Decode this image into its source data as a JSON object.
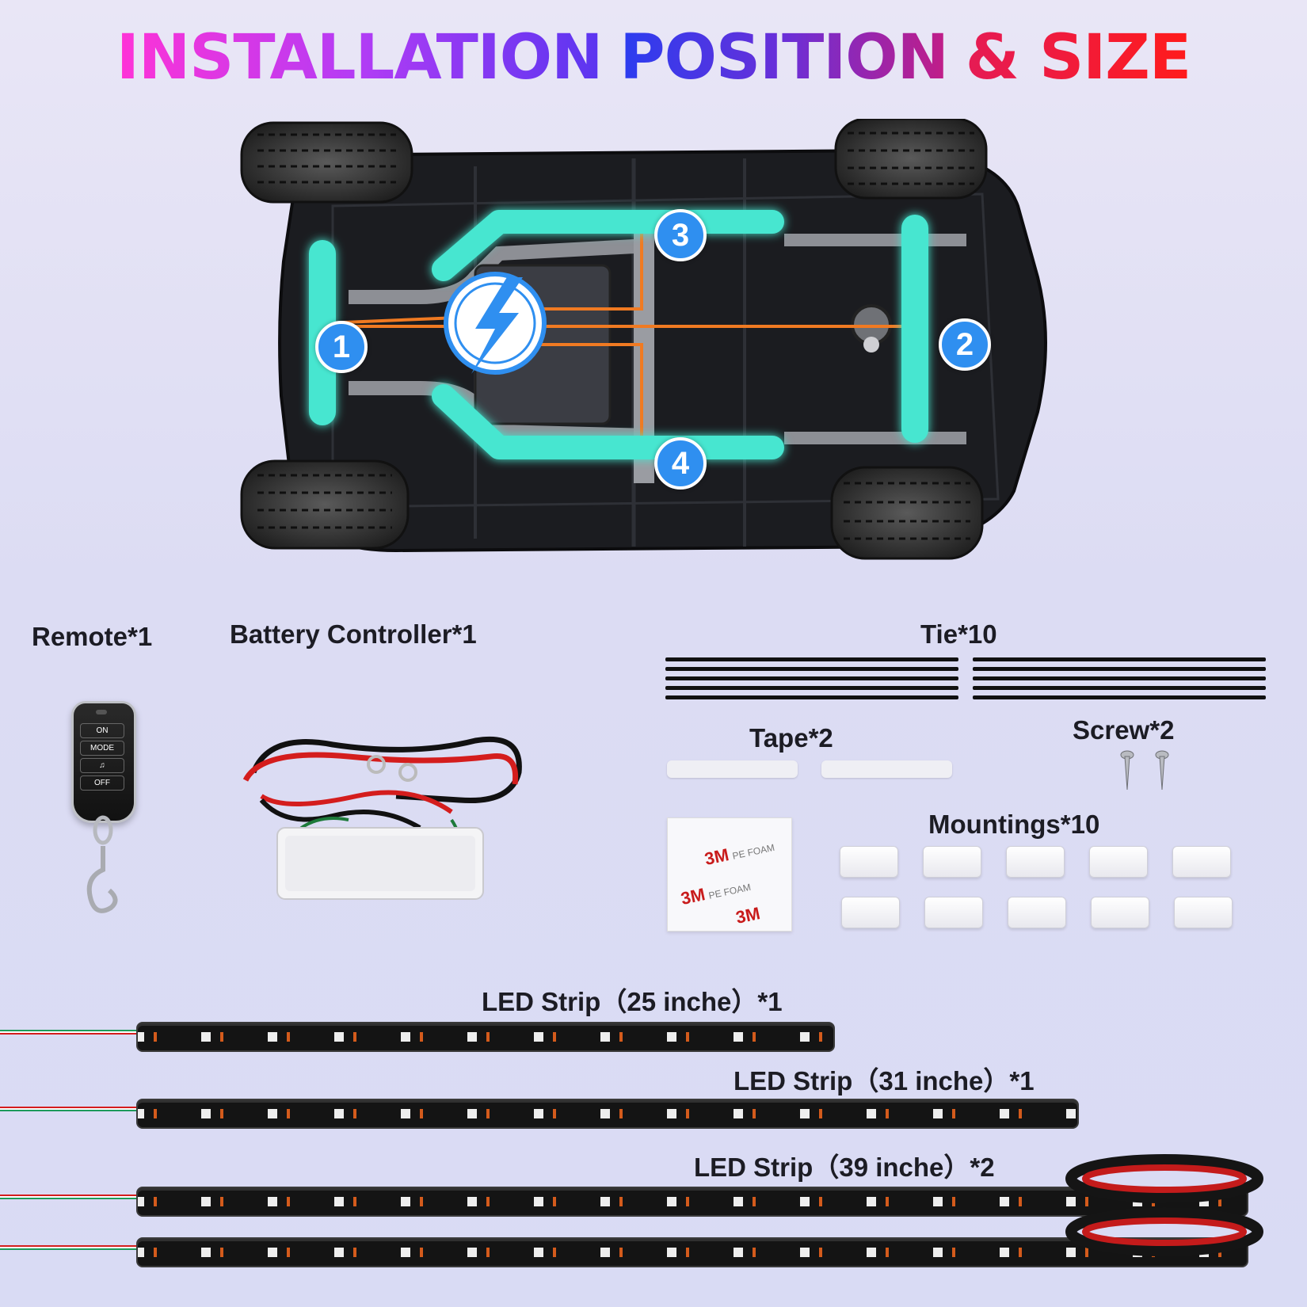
{
  "title": {
    "part1": "INSTALLATION",
    "part2": "POSITION",
    "part3": "& SIZE"
  },
  "diagram": {
    "marker_1": "1",
    "marker_2": "2",
    "marker_3": "3",
    "marker_4": "4",
    "strip_color": "#46e6d0",
    "wire_color": "#f07a22",
    "marker_color": "#2f8ff0"
  },
  "kit": {
    "remote_label": "Remote*1",
    "remote_buttons": [
      "ON",
      "MODE",
      "♫",
      "OFF"
    ],
    "battery_controller_label": "Battery Controller*1",
    "tie_label": "Tie*10",
    "tape_label": "Tape*2",
    "screw_label": "Screw*2",
    "mountings_label": "Mountings*10",
    "foam_brand": "3M",
    "foam_text": "PE FOAM"
  },
  "strips": [
    {
      "label": "LED Strip（25 inche）*1"
    },
    {
      "label": "LED Strip（31 inche）*1"
    },
    {
      "label": "LED Strip（39 inche）*2"
    }
  ]
}
